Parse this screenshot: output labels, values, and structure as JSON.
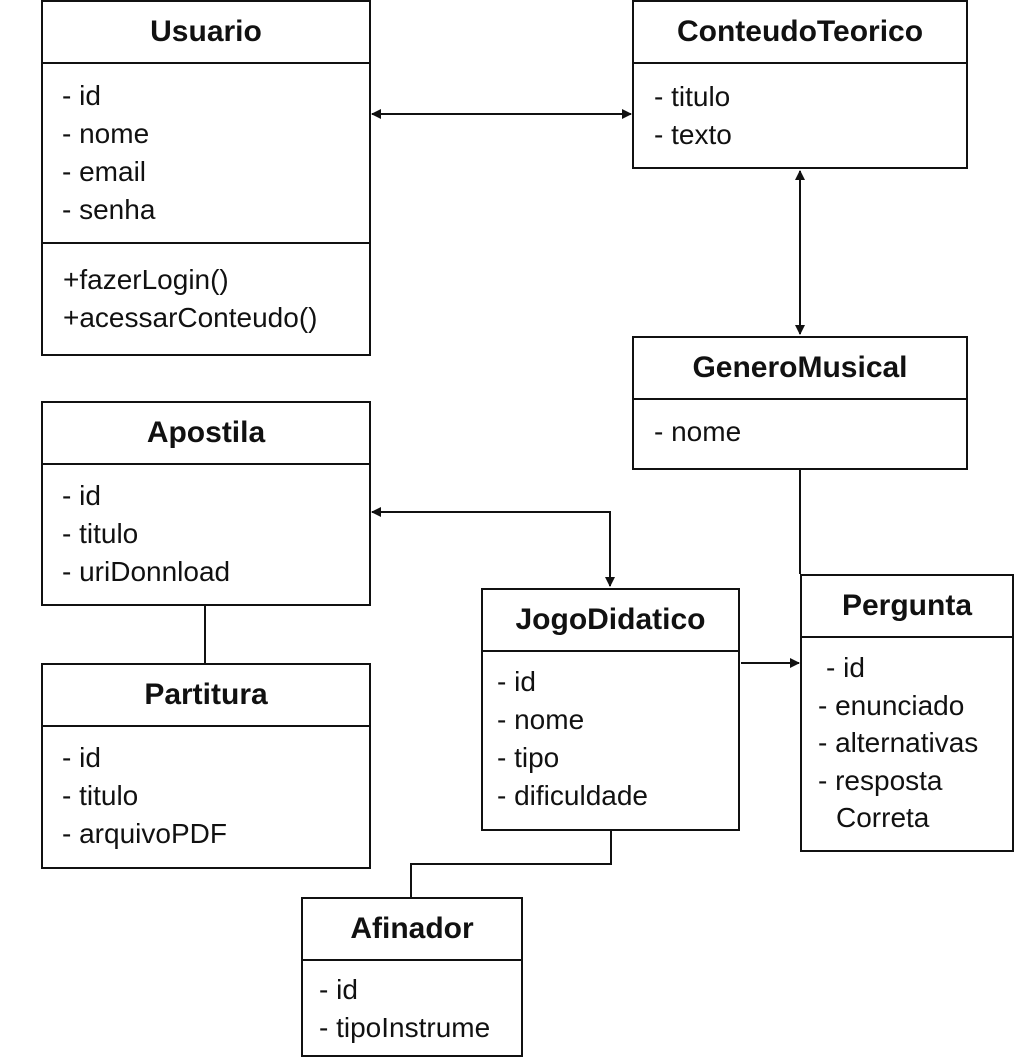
{
  "diagram": {
    "classes": {
      "usuario": {
        "name": "Usuario",
        "attributes": [
          "- id",
          "- nome",
          "- email",
          "- senha"
        ],
        "methods": [
          "+fazerLogin()",
          "+acessarConteudo()"
        ]
      },
      "conteudo_teorico": {
        "name": "ConteudoTeorico",
        "attributes": [
          "- titulo",
          "- texto"
        ]
      },
      "genero_musical": {
        "name": "GeneroMusical",
        "attributes": [
          "- nome"
        ]
      },
      "apostila": {
        "name": "Apostila",
        "attributes": [
          "- id",
          "- titulo",
          "- uriDonnload"
        ]
      },
      "partitura": {
        "name": "Partitura",
        "attributes": [
          "- id",
          "- titulo",
          "- arquivoPDF"
        ]
      },
      "jogo_didatico": {
        "name": "JogoDidatico",
        "attributes": [
          "- id",
          "- nome",
          "- tipo",
          "- dificuldade"
        ]
      },
      "pergunta": {
        "name": "Pergunta",
        "attributes": [
          " - id",
          "- enunciado",
          "- alternativas",
          "- resposta",
          "Correta"
        ]
      },
      "afinador": {
        "name": "Afinador",
        "attributes": [
          "- id",
          "- tipoInstrume"
        ]
      }
    },
    "relationships": [
      {
        "from": "Usuario",
        "to": "ConteudoTeorico",
        "arrows": "both"
      },
      {
        "from": "ConteudoTeorico",
        "to": "GeneroMusical",
        "arrows": "both"
      },
      {
        "from": "GeneroMusical",
        "to": "Pergunta",
        "arrows": "none"
      },
      {
        "from": "Apostila",
        "to": "JogoDidatico",
        "arrows": "both"
      },
      {
        "from": "Apostila",
        "to": "Partitura",
        "arrows": "none"
      },
      {
        "from": "JogoDidatico",
        "to": "Pergunta",
        "arrows": "end"
      },
      {
        "from": "JogoDidatico",
        "to": "Afinador",
        "arrows": "none"
      }
    ],
    "colors": {
      "line": "#111111",
      "background": "#ffffff"
    }
  }
}
